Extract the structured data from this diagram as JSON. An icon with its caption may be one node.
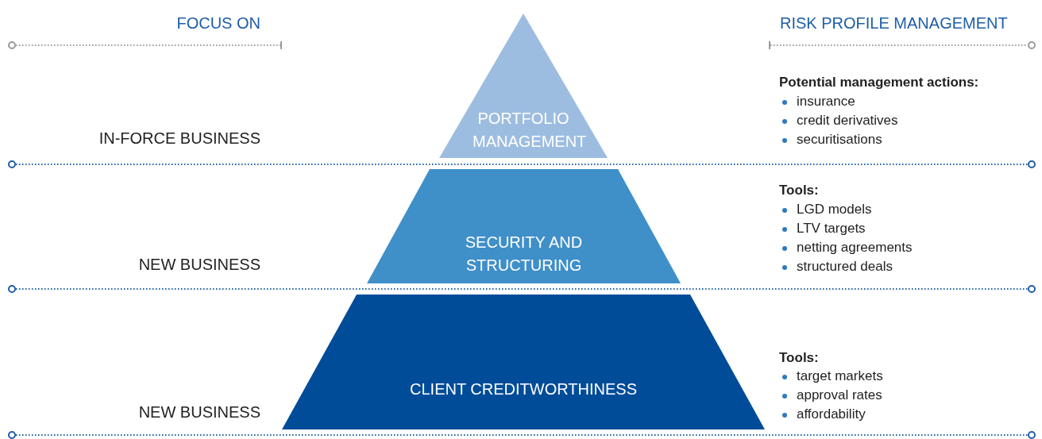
{
  "diagram": {
    "nodes": [
      {
        "text": [
          "PORTFOLIO MANAGEMENT"
        ]
      },
      {
        "text": [
          "SECURITY AND STRUCTURING"
        ]
      },
      {
        "text": [
          "CLIENT CREDITWORTHINESS"
        ]
      }
    ],
    "labels": [
      "FOCUS ON",
      "RISK PROFILE MANAGEMENT",
      "IN-FORCE BUSINESS",
      "Potential management actions:",
      "insurance",
      "credit derivatives",
      "securitisations",
      "NEW BUSINESS",
      "Tools:",
      "LGD models",
      "LTV targets",
      "netting agreements",
      "structured deals",
      "NEW BUSINESS",
      "Tools:",
      "target markets",
      "approval rates",
      "affordability"
    ]
  }
}
